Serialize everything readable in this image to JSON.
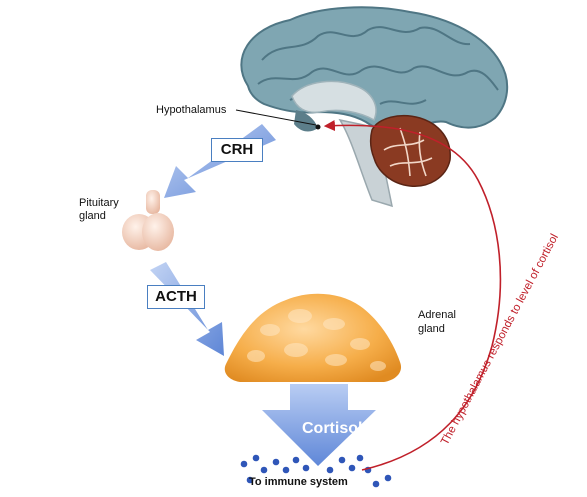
{
  "labels": {
    "hypothalamus": "Hypothalamus",
    "pituitary_line1": "Pituitary",
    "pituitary_line2": "gland",
    "adrenal_line1": "Adrenal",
    "adrenal_line2": "gland",
    "crh": "CRH",
    "acth": "ACTH",
    "cortisol": "Cortisol",
    "immune": "To immune system",
    "feedback": "The hypothalamus responds to level of cortisol"
  },
  "colors": {
    "brain": "#7fa6b2",
    "brain_dark": "#4f7684",
    "cerebellum": "#8a3a22",
    "pituitary": "#f0c9b7",
    "adrenal": "#f4a640",
    "arrow_blue": "#6f96e0",
    "feedback_red": "#c0202a",
    "dots_blue": "#2f56b8"
  },
  "icons": [
    "brain-illustration",
    "pituitary-gland-illustration",
    "adrenal-gland-illustration",
    "cortisol-molecule-dots"
  ]
}
